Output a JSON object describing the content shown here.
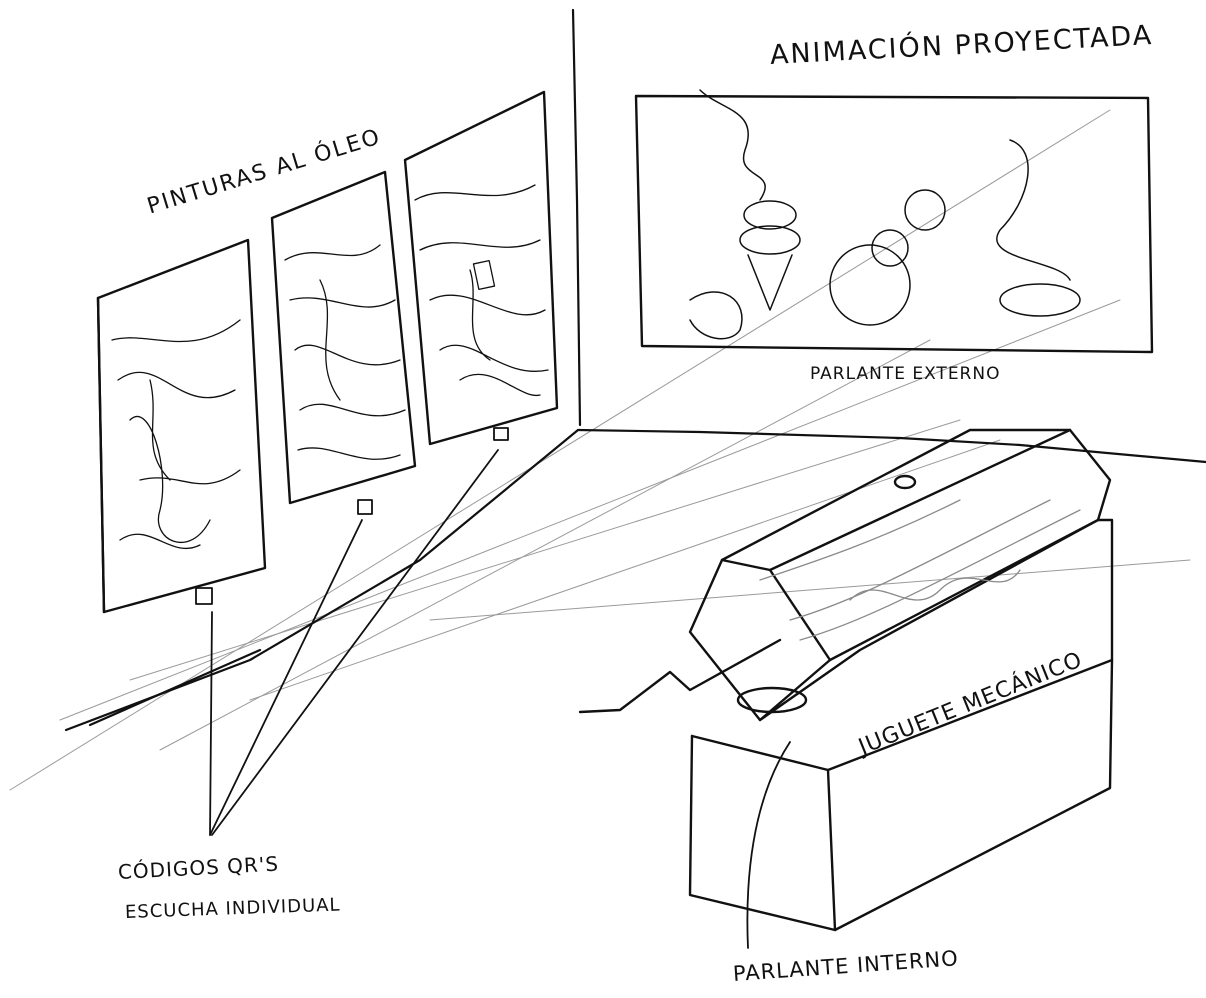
{
  "labels": {
    "projected_animation": "ANIMACIÓN PROYECTADA",
    "oil_paintings": "PINTURAS AL ÓLEO",
    "external_speaker": "PARLANTE EXTERNO",
    "mechanical_toy": "JUGUETE MECÁNICO",
    "internal_speaker": "PARLANTE INTERNO",
    "qr_codes": "CÓDIGOS QR'S",
    "individual_listening": "ESCUCHA INDIVIDUAL"
  }
}
